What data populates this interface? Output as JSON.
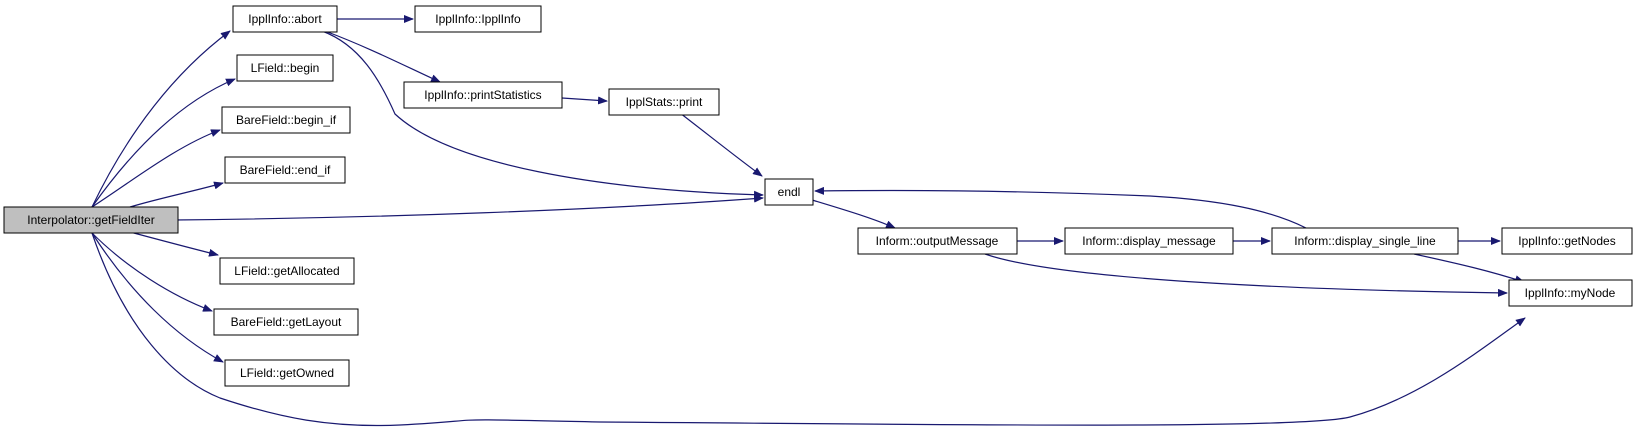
{
  "colors": {
    "edge": "#191970",
    "node_fill": "#ffffff",
    "node_border": "#000000",
    "root_fill": "#bfbfbf"
  },
  "nodes": {
    "interpolator_getfielditer": "Interpolator::getFieldIter",
    "ipplinfo_abort": "IpplInfo::abort",
    "ipplinfo_ipplinfo": "IpplInfo::IpplInfo",
    "lfield_begin": "LField::begin",
    "ipplinfo_printstatistics": "IpplInfo::printStatistics",
    "ipplstats_print": "IpplStats::print",
    "barefield_begin_if": "BareField::begin_if",
    "barefield_end_if": "BareField::end_if",
    "endl": "endl",
    "inform_outputmessage": "Inform::outputMessage",
    "inform_display_message": "Inform::display_message",
    "inform_display_single_line": "Inform::display_single_line",
    "ipplinfo_getnodes": "IpplInfo::getNodes",
    "ipplinfo_mynode": "IpplInfo::myNode",
    "lfield_getallocated": "LField::getAllocated",
    "barefield_getlayout": "BareField::getLayout",
    "lfield_getowned": "LField::getOwned"
  },
  "edges": [
    [
      "interpolator_getfielditer",
      "ipplinfo_abort"
    ],
    [
      "interpolator_getfielditer",
      "lfield_begin"
    ],
    [
      "interpolator_getfielditer",
      "barefield_begin_if"
    ],
    [
      "interpolator_getfielditer",
      "barefield_end_if"
    ],
    [
      "interpolator_getfielditer",
      "endl"
    ],
    [
      "interpolator_getfielditer",
      "lfield_getallocated"
    ],
    [
      "interpolator_getfielditer",
      "barefield_getlayout"
    ],
    [
      "interpolator_getfielditer",
      "lfield_getowned"
    ],
    [
      "interpolator_getfielditer",
      "ipplinfo_mynode"
    ],
    [
      "ipplinfo_abort",
      "ipplinfo_ipplinfo"
    ],
    [
      "ipplinfo_abort",
      "ipplinfo_printstatistics"
    ],
    [
      "ipplinfo_abort",
      "endl"
    ],
    [
      "ipplinfo_printstatistics",
      "ipplstats_print"
    ],
    [
      "ipplstats_print",
      "endl"
    ],
    [
      "endl",
      "inform_outputmessage"
    ],
    [
      "inform_outputmessage",
      "inform_display_message"
    ],
    [
      "inform_outputmessage",
      "ipplinfo_mynode"
    ],
    [
      "inform_display_message",
      "inform_display_single_line"
    ],
    [
      "inform_display_single_line",
      "endl"
    ],
    [
      "inform_display_single_line",
      "ipplinfo_getnodes"
    ],
    [
      "inform_display_single_line",
      "ipplinfo_mynode"
    ]
  ]
}
